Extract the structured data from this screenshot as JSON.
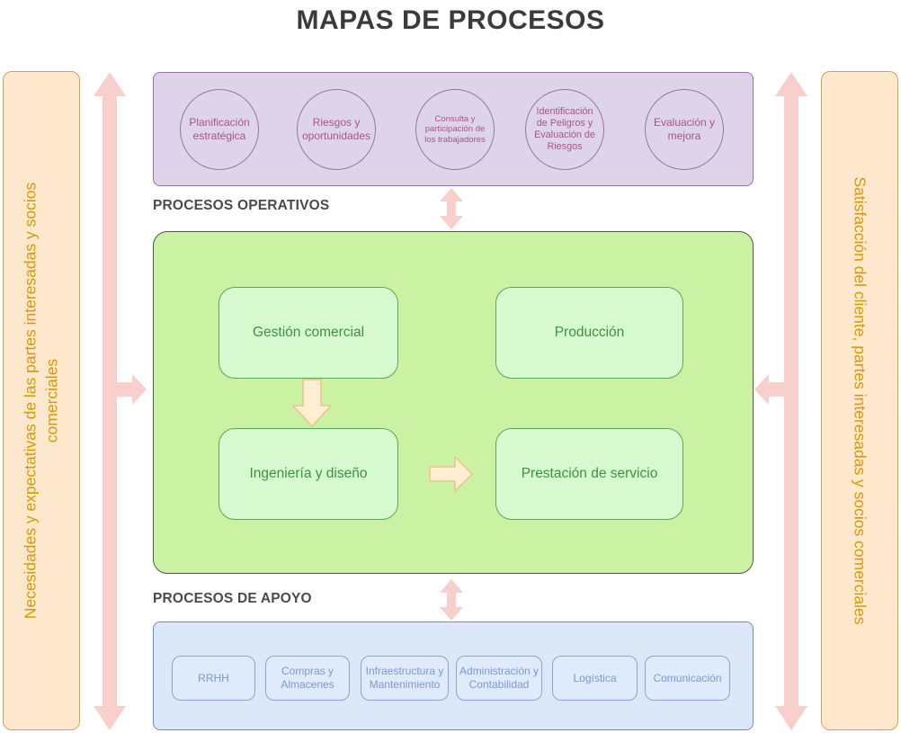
{
  "title": "MAPAS DE PROCESOS",
  "left_panel": {
    "label": "Necesidades y expectativas de las partes interesadas y socios\ncomerciales"
  },
  "right_panel": {
    "label": "Satisfacción del cliente, partes interesadas y socios comerciales"
  },
  "strategic": {
    "items": [
      {
        "label": "Planificación\nestratégica"
      },
      {
        "label": "Riesgos y\noportunidades"
      },
      {
        "label": "Consulta y\nparticipación de\nlos trabajadores"
      },
      {
        "label": "Identificación\nde Peligros y\nEvaluación de\nRiesgos"
      },
      {
        "label": "Evaluación y\nmejora"
      }
    ]
  },
  "operative": {
    "heading": "PROCESOS OPERATIVOS",
    "processes": [
      {
        "label": "Gestión comercial"
      },
      {
        "label": "Producción"
      },
      {
        "label": "Ingeniería y diseño"
      },
      {
        "label": "Prestación de servicio"
      }
    ]
  },
  "support": {
    "heading": "PROCESOS DE APOYO",
    "processes": [
      {
        "label": "RRHH"
      },
      {
        "label": "Compras y\nAlmacenes"
      },
      {
        "label": "Infraestructura y\nMantenimiento"
      },
      {
        "label": "Administración y\nContabilidad"
      },
      {
        "label": "Logística"
      },
      {
        "label": "Comunicación"
      }
    ]
  },
  "colors": {
    "strategic_fill": "#ded4e9",
    "strategic_stroke": "#9673a6",
    "strategic_text": "#a85585",
    "operative_fill": "#cbf1a2",
    "operative_stroke": "#4e5847",
    "process_fill": "#d7f9d0",
    "process_stroke": "#5fa65a",
    "process_text": "#3f9142",
    "support_fill": "#dce8f8",
    "support_stroke": "#6c8ebf",
    "support_text": "#7b99d0",
    "panel_fill": "#fde7cd",
    "panel_stroke": "#dca046",
    "panel_text": "#d79b00",
    "arrow_pink": "#f7cfcb",
    "arrow_cream_fill": "#ffeed2",
    "arrow_cream_stroke": "#eec28d",
    "heading_text": "#4a4a4a"
  }
}
